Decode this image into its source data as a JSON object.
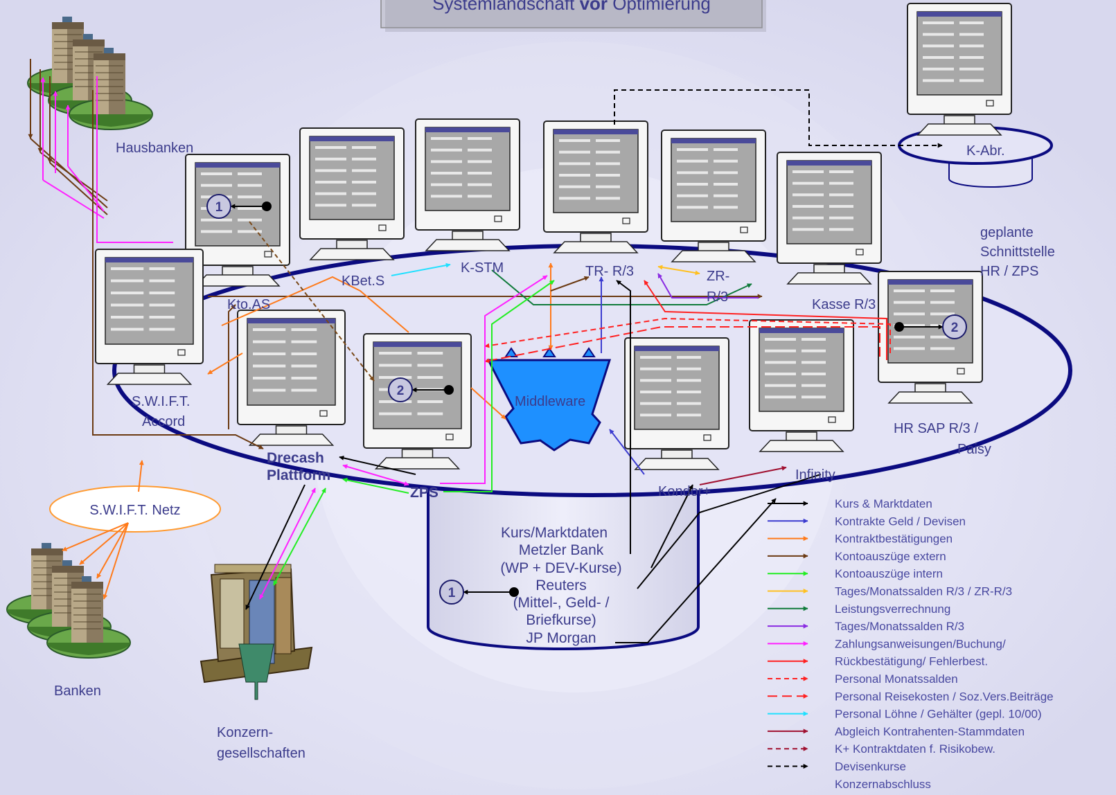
{
  "title": {
    "pre": "Systemlandschaft ",
    "bold": "vor",
    "post": " Optimierung"
  },
  "labels": {
    "hausbanken": "Hausbanken",
    "banken": "Banken",
    "konzern1": "Konzern-",
    "konzern2": "gesellschaften",
    "swift_netz": "S.W.I.F.T. Netz",
    "kabr": "K-Abr.",
    "geplante1": "geplante",
    "geplante2": "Schnittstelle",
    "geplante3": "HR / ZPS",
    "kbets": "KBet.S",
    "kstm": "K-STM",
    "trr3": "TR- R/3",
    "zr1": "ZR-",
    "zr2": "R/3",
    "kasse": "Kasse R/3",
    "ktoas": "Kto.AS",
    "swift1": "S.W.I.F.T.",
    "swift2": "Accord",
    "middleware": "Middleware",
    "hrsap1": "HR SAP R/3 /",
    "hrsap2": "Paisy",
    "drecash1": "Drecash",
    "drecash2": "Plattform",
    "zps": "ZPS",
    "kondor": "Kondor+",
    "infinity": "Infinity",
    "src1": "Kurs/Marktdaten",
    "src2": "Metzler Bank",
    "src3": "(WP + DEV-Kurse)",
    "src4": "Reuters",
    "src5": "(Mittel-, Geld- /",
    "src6": "Briefkurse)",
    "src7": "JP Morgan",
    "n1": "1",
    "n2": "2"
  },
  "legend": [
    {
      "text": "Kurs & Marktdaten",
      "color": "#000000",
      "style": "solid"
    },
    {
      "text": "Kontrakte Geld / Devisen",
      "color": "#3c3cd0",
      "style": "solid"
    },
    {
      "text": "Kontraktbestätigungen",
      "color": "#ff7a1a",
      "style": "solid"
    },
    {
      "text": "Kontoauszüge extern",
      "color": "#6b3a12",
      "style": "solid"
    },
    {
      "text": "Kontoauszüge intern",
      "color": "#22ee22",
      "style": "solid"
    },
    {
      "text": "Tages/Monatssalden R/3 / ZR-R/3",
      "color": "#ffc020",
      "style": "solid"
    },
    {
      "text": "Leistungsverrechnung",
      "color": "#0f7a3a",
      "style": "solid"
    },
    {
      "text": "Tages/Monatssalden R/3",
      "color": "#8a2be2",
      "style": "solid"
    },
    {
      "text": "Zahlungsanweisungen/Buchung/",
      "color": "#ff20ff",
      "style": "solid"
    },
    {
      "text": "Rückbestätigung/ Fehlerbest.",
      "color": "#ff2020",
      "style": "solid"
    },
    {
      "text": "Personal Monatssalden",
      "color": "#ff2020",
      "style": "dash"
    },
    {
      "text": "Personal Reisekosten / Soz.Vers.Beiträge",
      "color": "#ff2020",
      "style": "longdash"
    },
    {
      "text": "Personal Löhne / Gehälter (gepl. 10/00)",
      "color": "#20e0ff",
      "style": "solid"
    },
    {
      "text": "Abgleich Kontrahenten-Stammdaten",
      "color": "#a01030",
      "style": "solid"
    },
    {
      "text": "K+ Kontraktdaten f. Risikobew.",
      "color": "#a01030",
      "style": "dash"
    },
    {
      "text": "Devisenkurse",
      "color": "#000000",
      "style": "dash"
    },
    {
      "text": "Konzernabschluss",
      "color": null,
      "style": "none"
    }
  ]
}
